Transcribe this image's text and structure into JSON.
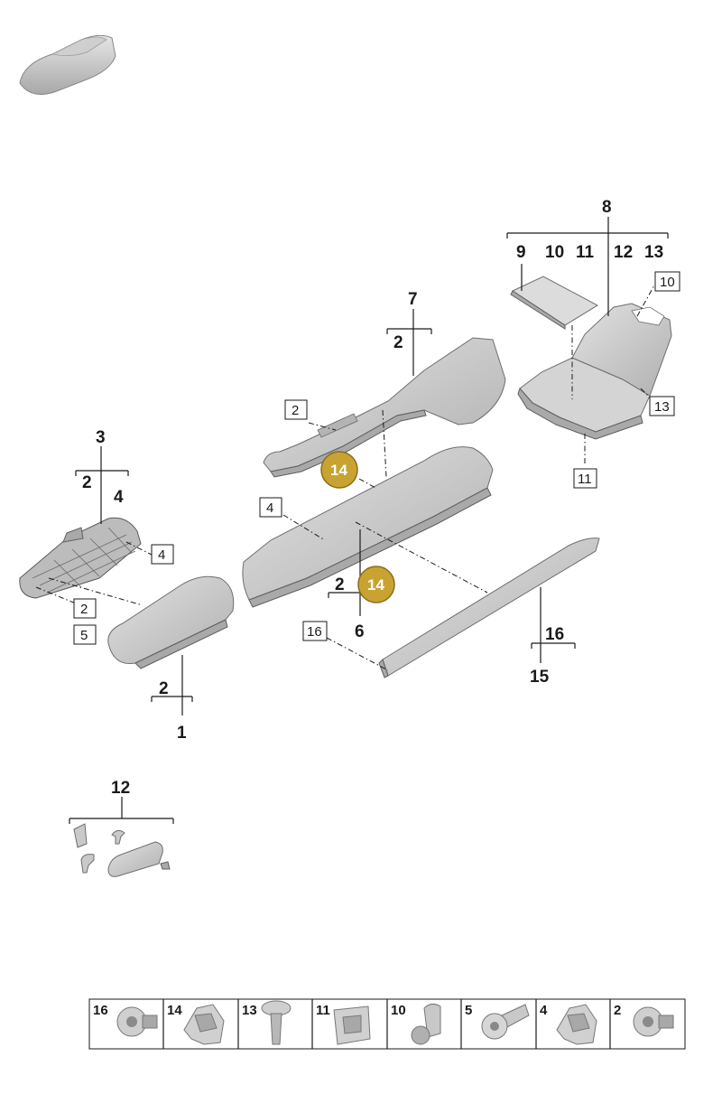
{
  "callouts": {
    "c1": "1",
    "c2a": "2",
    "c2b": "2",
    "c2c": "2",
    "c2d": "2",
    "c3": "3",
    "c4": "4",
    "c6": "6",
    "c7": "7",
    "c8": "8",
    "c9": "9",
    "c10": "10",
    "c11": "11",
    "c12a": "12",
    "c13": "13",
    "c12b": "12",
    "c15": "15",
    "c16": "16"
  },
  "boxed_refs": {
    "b2a": "2",
    "b4a": "4",
    "b2b": "2",
    "b5": "5",
    "b4b": "4",
    "b16": "16",
    "b10": "10",
    "b13": "13",
    "b11": "11"
  },
  "badges": {
    "badge_a": "14",
    "badge_b": "14"
  },
  "badge_color": "#c9a332",
  "legend": [
    {
      "num": "16",
      "icon": "flange-nut-icon"
    },
    {
      "num": "14",
      "icon": "spring-clip-icon"
    },
    {
      "num": "13",
      "icon": "expanding-rivet-icon"
    },
    {
      "num": "11",
      "icon": "square-clip-icon"
    },
    {
      "num": "10",
      "icon": "plastic-rivet-icon"
    },
    {
      "num": "5",
      "icon": "torx-screw-icon"
    },
    {
      "num": "4",
      "icon": "spring-clip-icon"
    },
    {
      "num": "2",
      "icon": "flange-nut-icon"
    }
  ]
}
